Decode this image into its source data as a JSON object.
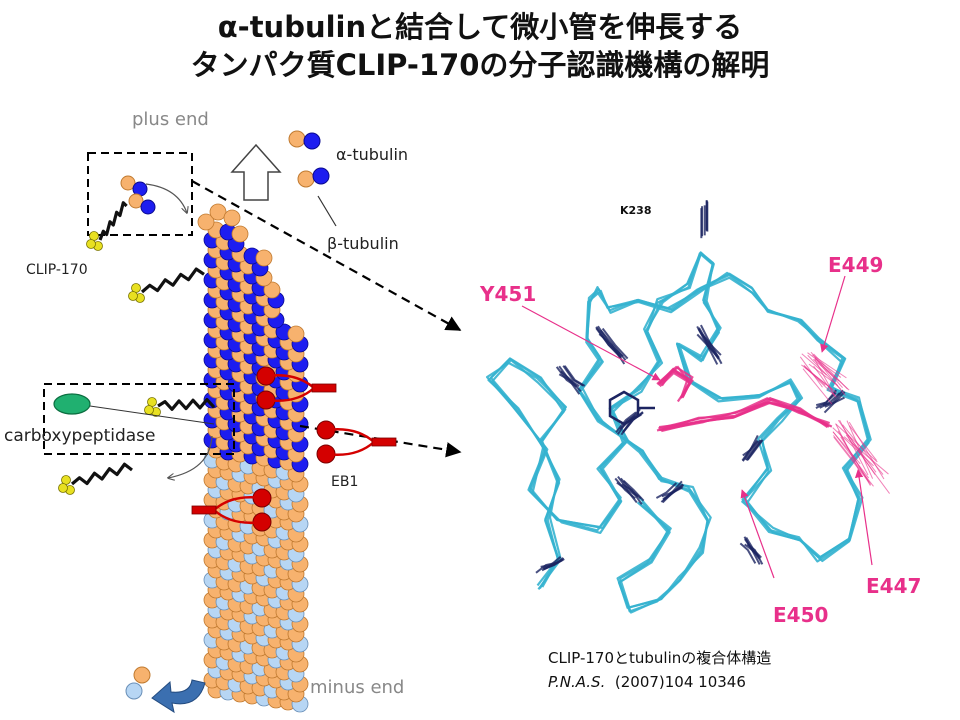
{
  "title": {
    "line1": "α-tubulinと結合して微小管を伸長する",
    "line2": "タンパク質CLIP-170の分子認識機構の解明"
  },
  "labels": {
    "plus_end": "plus end",
    "minus_end": "minus end",
    "alpha_tubulin": "α-tubulin",
    "beta_tubulin": "β-tubulin",
    "clip170": "CLIP-170",
    "carboxypeptidase": "carboxypeptidase",
    "eb1": "EB1",
    "k238": "K238",
    "y451": "Y451",
    "e449": "E449",
    "e450": "E450",
    "e447": "E447"
  },
  "caption": {
    "line1": "CLIP-170とtubulinの複合体構造",
    "journal": "P.N.A.S.",
    "citation": "(2007)104 10346"
  },
  "colors": {
    "alpha": "#f7b26e",
    "beta": "#1d1df0",
    "lightblue": "#b7d6f4",
    "highlight": "#e8308a",
    "backbone": "#35b3cf",
    "sidechain": "#1c2461",
    "eb1": "#d40000",
    "linker_tip": "#e8e021",
    "enzyme": "#20b070"
  }
}
